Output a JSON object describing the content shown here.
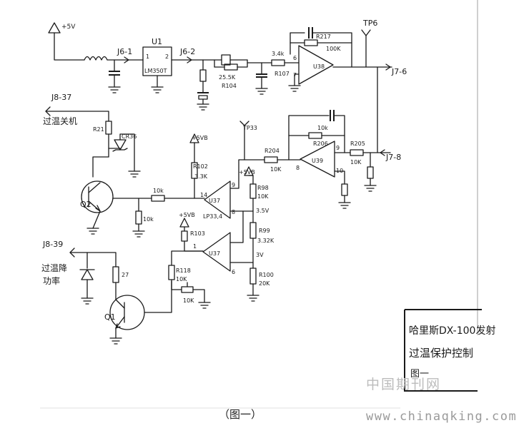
{
  "caption": "（图一）",
  "title_box": {
    "line1": "哈里斯DX-100发射",
    "line2": "过温保护控制",
    "line3": "图一"
  },
  "watermark": {
    "cn": "中国期刊网",
    "url": "www.chinaqking.com"
  },
  "labels": {
    "plus5v": "+5V",
    "u1": "U1",
    "u1_part": "LM350T",
    "u1_pin1": "1",
    "u1_pin2": "2",
    "j6_1": "J6-1",
    "j6_2": "J6-2",
    "r104_val": "25.5K",
    "r104": "R104",
    "r107_val": "3.4k",
    "r107": "R107",
    "u38": "U38",
    "pin6": "6",
    "pin7": "7",
    "r217": "R217",
    "r217_val": "100K",
    "tp6": "TP6",
    "j7_6": "J7-6",
    "j8_37": "J8-37",
    "over_temp_off": "过温关机",
    "r21": "R21",
    "cr36": "CR36",
    "q2": "Q2",
    "plus5vb_1": "+5VB",
    "r102": "R102",
    "r102_val": "3.3K",
    "r_10k_a": "10k",
    "r_10k_b": "10k",
    "pin14": "14",
    "u37_top": "U37",
    "pin9": "9",
    "pin8_a": "8",
    "lp33_4": "LP33,4",
    "tp33": "TP33",
    "r204": "R204",
    "r204_val": "10K",
    "plus5vb_2": "+5VB",
    "r98": "R98",
    "r98_val": "10K",
    "v35": "3.5V",
    "r99": "R99",
    "r99_val": "3.32K",
    "u39": "U39",
    "pin8_b": "8",
    "pin9_b": "9",
    "pin10": "10",
    "r206_val": "10k",
    "r206": "R206",
    "r205": "R205",
    "r205_val": "10K",
    "j7_8": "J7-8",
    "plus5vb_3": "+5VB",
    "r103": "R103",
    "u37_bot": "U37",
    "pin1": "1",
    "pin6b": "6",
    "v3": "3V",
    "r100": "R100",
    "r100_val": "20K",
    "j8_39": "J8-39",
    "over_temp_reduce_1": "过温降",
    "over_temp_reduce_2": "功率",
    "r27": "27",
    "r118": "R118",
    "r118_val": "10K",
    "r_10k_c": "10K",
    "q1": "Q1"
  }
}
